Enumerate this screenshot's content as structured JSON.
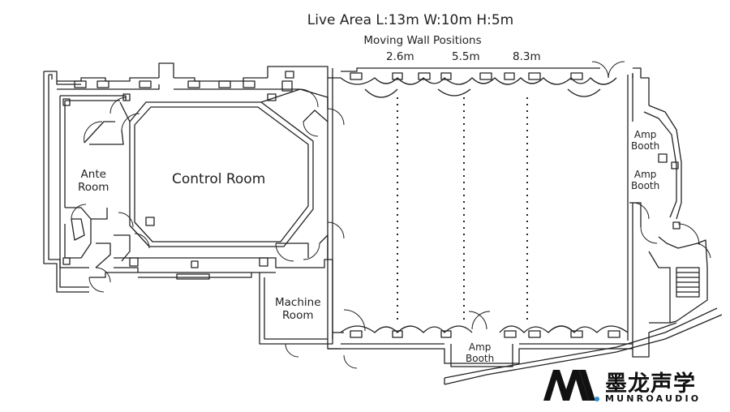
{
  "header": {
    "title": "Live Area L:13m W:10m H:5m",
    "subtitle": "Moving Wall Positions",
    "wall_positions": [
      "2.6m",
      "5.5m",
      "8.3m"
    ]
  },
  "rooms": {
    "ante_room": [
      "Ante",
      "Room"
    ],
    "control_room": "Control Room",
    "machine_room": [
      "Machine",
      "Room"
    ],
    "amp_booth_1": [
      "Amp",
      "Booth"
    ],
    "amp_booth_2": [
      "Amp",
      "Booth"
    ],
    "amp_booth_3": [
      "Amp",
      "Booth"
    ]
  },
  "brand": {
    "name_cn": "墨龙声学",
    "name_en": "MUNROAUDIO"
  },
  "colors": {
    "line": "#222222",
    "background": "#ffffff"
  }
}
